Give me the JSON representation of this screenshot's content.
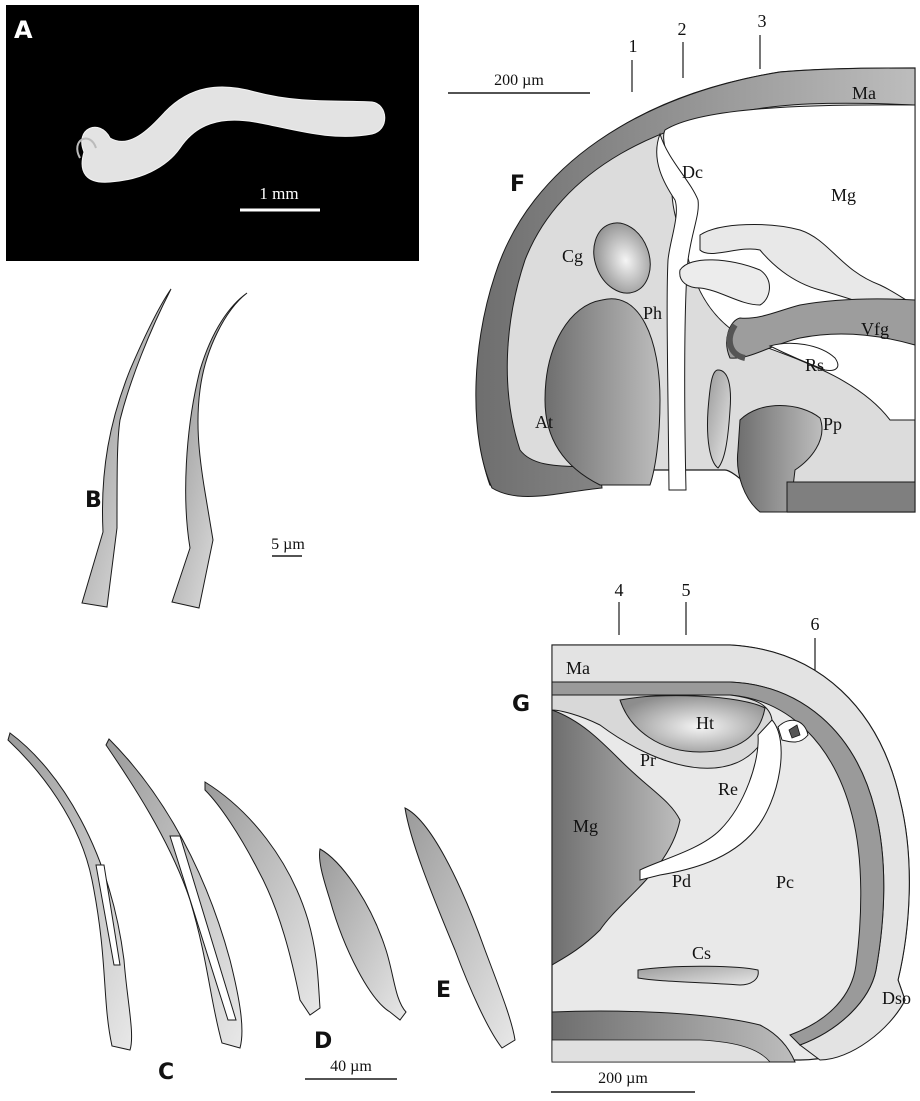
{
  "panels": {
    "A": "A",
    "B": "B",
    "C": "C",
    "D": "D",
    "E": "E",
    "F": "F",
    "G": "G"
  },
  "scale_bars": {
    "photo": "1 mm",
    "setae_b": "5 µm",
    "setae_cde": "40 µm",
    "section_f": "200 µm",
    "section_g": "200 µm"
  },
  "section_f": {
    "markers": [
      "1",
      "2",
      "3"
    ],
    "labels": {
      "Ma": "Ma",
      "Dc": "Dc",
      "Mg": "Mg",
      "Cg": "Cg",
      "Ph": "Ph",
      "Vfg": "Vfg",
      "Rs": "Rs",
      "At": "At",
      "Pp": "Pp"
    }
  },
  "section_g": {
    "markers": [
      "4",
      "5",
      "6"
    ],
    "labels": {
      "Ma": "Ma",
      "Ht": "Ht",
      "Pr": "Pr",
      "Re": "Re",
      "Mg": "Mg",
      "Pd": "Pd",
      "Pc": "Pc",
      "Cs": "Cs",
      "Dso": "Dso"
    }
  },
  "colors": {
    "photo_bg": "#000000",
    "specimen": "#e6e6e6",
    "tissue_light": "#dcdcdc",
    "tissue_mid": "#b5b5b5",
    "tissue_dark": "#7a7a7a",
    "line": "#1a1a1a"
  }
}
